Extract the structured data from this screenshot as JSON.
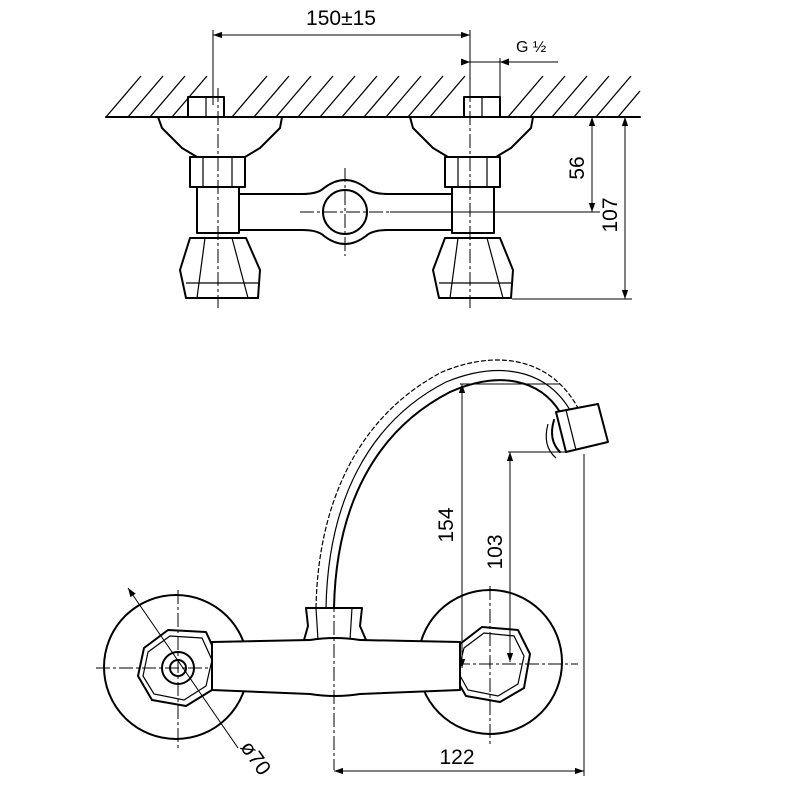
{
  "top_view": {
    "dim_spacing": "150±15",
    "dim_thread": "G ½",
    "dim_height_56": "56",
    "dim_height_107": "107"
  },
  "front_view": {
    "dim_height_154": "154",
    "dim_height_103": "103",
    "dim_width_122": "122",
    "dim_diameter": "ø70"
  }
}
